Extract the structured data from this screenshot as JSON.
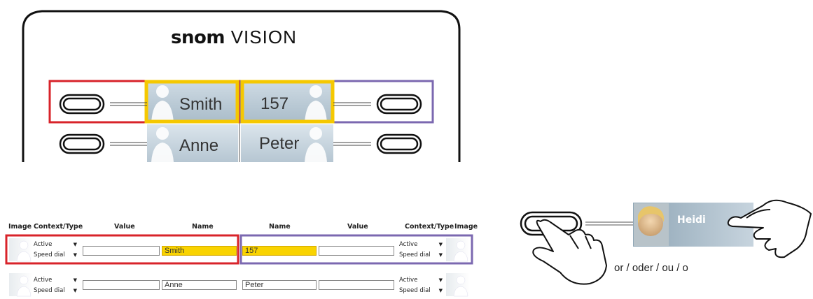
{
  "device": {
    "brand_bold": "snom",
    "brand_light": "VISION",
    "keys": [
      {
        "left_label": "Smith",
        "right_label": "157"
      },
      {
        "left_label": "Anne",
        "right_label": "Peter"
      }
    ]
  },
  "config_table": {
    "headers_left": {
      "image": "Image",
      "context_type": "Context/Type",
      "value": "Value",
      "name": "Name"
    },
    "headers_right": {
      "name": "Name",
      "value": "Value",
      "context_type": "Context/Type",
      "image": "Image"
    },
    "rows": [
      {
        "left": {
          "context": "Active",
          "type": "Speed dial",
          "value": "",
          "name": "Smith"
        },
        "right": {
          "context": "Active",
          "type": "Speed dial",
          "value": "",
          "name": "157"
        }
      },
      {
        "left": {
          "context": "Active",
          "type": "Speed dial",
          "value": "",
          "name": "Anne"
        },
        "right": {
          "context": "Active",
          "type": "Speed dial",
          "value": "",
          "name": "Peter"
        }
      }
    ]
  },
  "illustration": {
    "contact_label": "Heidi",
    "caption": "or / oder / ou / o"
  },
  "colors": {
    "highlight_red": "#d8232a",
    "highlight_purple": "#7b68b0",
    "highlight_yellow": "#f5c800"
  }
}
